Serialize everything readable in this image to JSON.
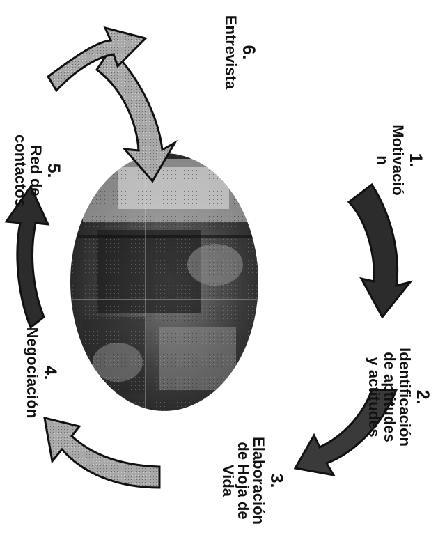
{
  "steps": [
    {
      "number": "1.",
      "lines": [
        "Motivació",
        "n"
      ]
    },
    {
      "number": "2.",
      "lines": [
        "Identificación",
        "de aptitudes",
        "y actitudes"
      ]
    },
    {
      "number": "3.",
      "lines": [
        "Elaboración",
        "de Hoja de",
        "Vida"
      ]
    },
    {
      "number": "4.",
      "lines": [
        "Negociación"
      ]
    },
    {
      "number": "5.",
      "lines": [
        "Red de",
        "contactos"
      ]
    },
    {
      "number": "6.",
      "lines": [
        "Entrevista"
      ]
    }
  ],
  "colors": {
    "arrow_dark": "#2c2c2c",
    "arrow_light": "#a8a8a8",
    "arrow_outline": "#111111",
    "photo_dark": "#1a1a1a",
    "photo_mid": "#6b6b6b",
    "photo_light": "#d9d9d9"
  }
}
